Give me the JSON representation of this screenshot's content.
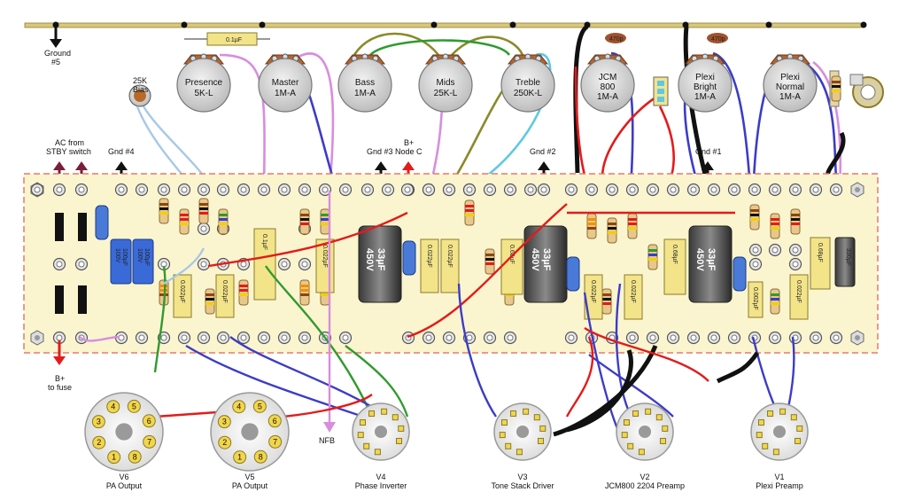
{
  "labels": {
    "ground5": [
      "Ground",
      "#5"
    ],
    "ac_from": [
      "AC from",
      "STBY switch"
    ],
    "gnd4": "Gnd #4",
    "gnd3": "Gnd #3",
    "gnd2": "Gnd #2",
    "gnd1": "Gnd #1",
    "bplus_nodec": [
      "B+",
      "Node C"
    ],
    "bplus_fuse": [
      "B+",
      "to fuse"
    ],
    "nfb": "NFB",
    "bias": [
      "25K",
      "Bias"
    ],
    "top_cap": "0.1µF",
    "cap_470p_a": "470p",
    "cap_470p_b": "470p"
  },
  "pots": [
    {
      "name": "Presence",
      "value": "5K-L"
    },
    {
      "name": "Master",
      "value": "1M-A"
    },
    {
      "name": "Bass",
      "value": "1M-A"
    },
    {
      "name": "Mids",
      "value": "25K-L"
    },
    {
      "name": "Treble",
      "value": "250K-L"
    },
    {
      "name": "JCM 800",
      "value": "1M-A"
    },
    {
      "name": "Plexi Bright",
      "value": "1M-A"
    },
    {
      "name": "Plexi Normal",
      "value": "1M-A"
    }
  ],
  "tubes": [
    {
      "id": "V6",
      "role": "PA Output"
    },
    {
      "id": "V5",
      "role": "PA Output"
    },
    {
      "id": "V4",
      "role": "Phase Inverter"
    },
    {
      "id": "V3",
      "role": "Tone Stack Driver"
    },
    {
      "id": "V2",
      "role": "JCM800 2204 Preamp"
    },
    {
      "id": "V1",
      "role": "Plexi Preamp"
    }
  ],
  "pin_numbers": [
    "1",
    "2",
    "3",
    "4",
    "5",
    "6",
    "7",
    "8"
  ],
  "caps": {
    "electrolytic": [
      "33µF",
      "450V"
    ],
    "filter_small": [
      "100µF",
      "100V"
    ],
    "c022": "0.022µF",
    "c1": "0.1µF",
    "c68": "0.68µF",
    "c0002": "0.002µF",
    "c330": "330µF"
  },
  "colors": {
    "board": "#fbf5cf",
    "board_border": "#e87a6a",
    "bus": "#d8c878",
    "red_wire": "#e31b1b",
    "green_wire": "#2f9b2f",
    "blue_wire": "#3c3cc8",
    "violet_wire": "#d88de0",
    "cyan_wire": "#5ec8e8",
    "olive_wire": "#8a8a2a",
    "black_wire": "#111111"
  }
}
